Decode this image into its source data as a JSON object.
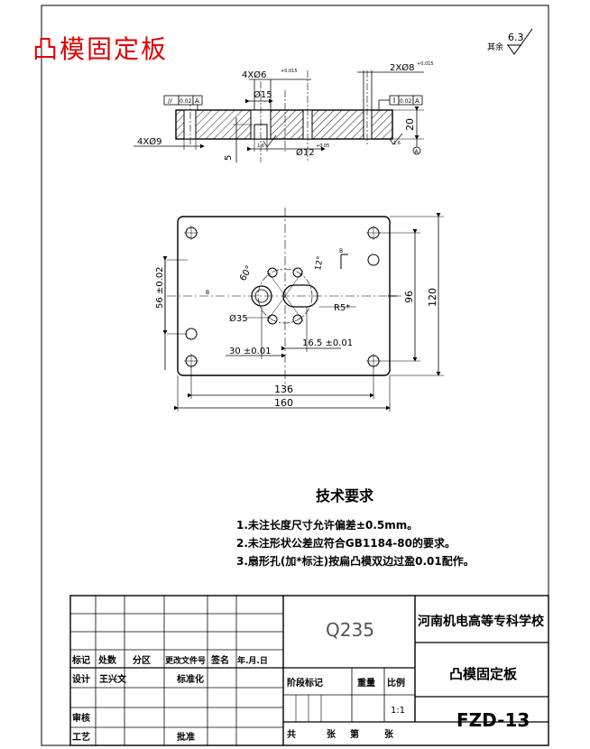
{
  "title_red": "凸模固定板",
  "surface_finish": {
    "value": "6.3",
    "prefix": "其余"
  },
  "front_view": {
    "hole_4x6": "4XØ6",
    "hole_4x6_tol": "+0.015",
    "hole_2x8": "2XØ8",
    "hole_2x8_tol": "+0.015",
    "dia15": "Ø15",
    "dia12": "Ø12",
    "dia12_tol": "+0.05",
    "hole_4x9": "4XØ9",
    "dim_20": "20",
    "dim_5": "5",
    "parallel_tol": "0.02",
    "perp_tol": "0.02",
    "datum": "A",
    "finish_small": "1.6",
    "finish_small2": "1.6"
  },
  "plan_view": {
    "dim_56": "56 ±0.02",
    "dim_96": "96",
    "dim_120": "120",
    "dim_136": "136",
    "dim_160": "160",
    "dim_30": "30 ±0.01",
    "dim_165": "16.5 ±0.01",
    "dim_r5": "R5*",
    "dim_35": "Ø35",
    "dim_60": "60°",
    "dim_12": "12°",
    "section_b": "B"
  },
  "tech_req": {
    "heading": "技术要求",
    "items": [
      "1.未注长度尺寸允许偏差±0.5mm。",
      "2.未注形状公差应符合GB1184-80的要求。",
      "3.扇形孔(加*标注)按扁凸模双边过盈0.01配作。"
    ]
  },
  "title_block": {
    "material": "Q235",
    "school": "河南机电高等专科学校",
    "part_name": "凸模固定板",
    "drawing_no": "FZD-13",
    "scale": "1:1",
    "headers": [
      "标记",
      "处数",
      "分区",
      "更改文件号",
      "签名",
      "年.月.日"
    ],
    "design_label": "设计",
    "designer": "王兴文",
    "standard_label": "标准化",
    "check_label": "审核",
    "process_label": "工艺",
    "approve_label": "批准",
    "stage_label": "阶段标记",
    "weight_label": "重量",
    "scale_label": "比例",
    "total_label": "共",
    "sheet_label": "张",
    "page_label": "第",
    "page_sheet_label": "张"
  }
}
